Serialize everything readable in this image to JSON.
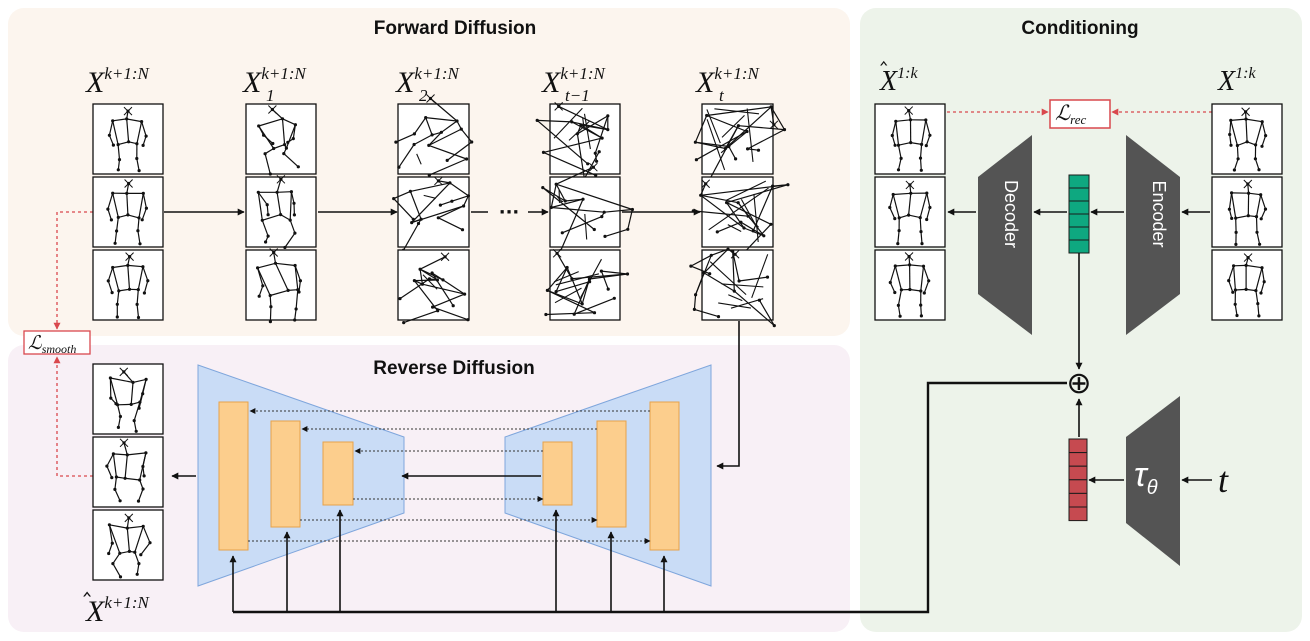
{
  "forward": {
    "title": "Forward Diffusion",
    "labels": [
      {
        "main": "X",
        "sub": "",
        "sup": "k+1:N"
      },
      {
        "main": "X",
        "sub": "1",
        "sup": "k+1:N"
      },
      {
        "main": "X",
        "sub": "2",
        "sup": "k+1:N"
      },
      {
        "main": "X",
        "sub": "t−1",
        "sup": "k+1:N"
      },
      {
        "main": "X",
        "sub": "t",
        "sup": "k+1:N"
      }
    ],
    "ellipsis": "···"
  },
  "reverse": {
    "title": "Reverse Diffusion",
    "output_label": {
      "main": "X",
      "sup": "k+1:N"
    }
  },
  "conditioning": {
    "title": "Conditioning",
    "recon_label": {
      "main": "X",
      "sup": "1:k"
    },
    "input_label": {
      "main": "X",
      "sup": "1:k"
    },
    "decoder_label": "Decoder",
    "encoder_label": "Encoder",
    "time_encoder": {
      "main": "τ",
      "sub": "θ"
    },
    "time_input": "t",
    "add_symbol": "⊕"
  },
  "losses": {
    "smooth": {
      "main": "ℒ",
      "sub": "smooth"
    },
    "rec": {
      "main": "ℒ",
      "sub": "rec"
    }
  },
  "colors": {
    "forward_bg": "#fcf5ee",
    "reverse_bg": "#f8f0f6",
    "conditioning_bg": "#edf3ea",
    "unet_fill": "#c9dcf6",
    "feature_fill": "#fcce8d",
    "dark_block": "#545454",
    "latent_green": "#0ea880",
    "latent_red": "#c64a50",
    "loss_red": "#d9484d"
  }
}
